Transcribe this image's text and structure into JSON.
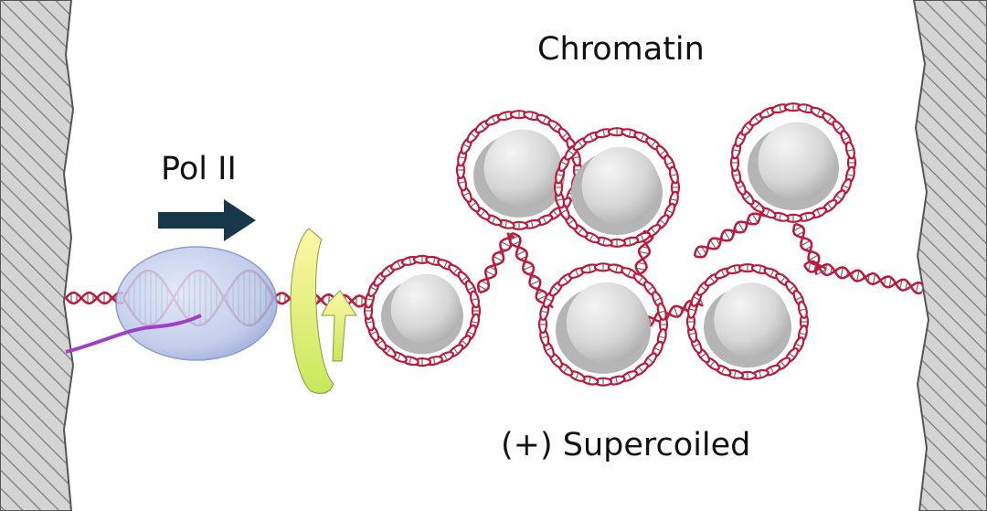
{
  "labels": {
    "chromatin": "Chromatin",
    "polymerase": "Pol II",
    "supercoil": "(+) Supercoiled"
  },
  "colors": {
    "dna_strand": "#c0183a",
    "dna_rungs": "#6b6b6b",
    "rna": "#a040c8",
    "polymerase_body": "#b9c6e8",
    "histone": "#d6d6d6",
    "direction_arrow": "#16384a",
    "rotation_arrow_top": "#fff6a8",
    "rotation_arrow_bottom": "#c8e85a",
    "anchor_wall": "#d4d4d4",
    "anchor_hatch": "#888888"
  },
  "icons": {
    "direction": "right-arrow-icon",
    "rotation": "rotation-arrow-icon"
  }
}
